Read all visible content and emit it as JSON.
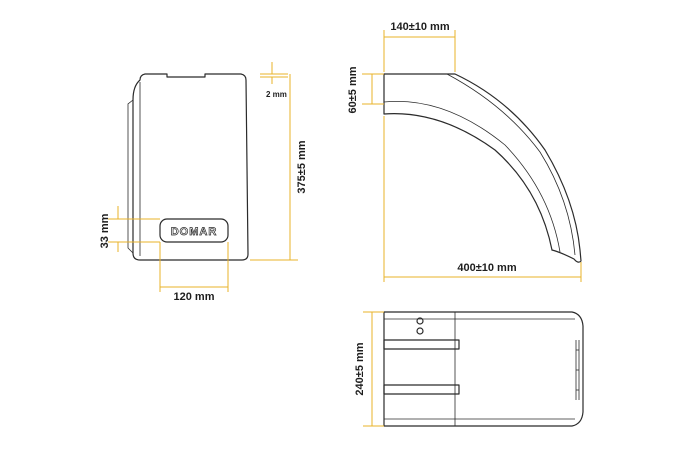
{
  "logo": {
    "text": "DOMAR"
  },
  "dimensions": {
    "front_gap": "2 mm",
    "front_height": "375±5 mm",
    "logo_height": "33 mm",
    "front_width": "120 mm",
    "side_top_width": "140±10 mm",
    "side_top_height": "60±5 mm",
    "side_length": "400±10 mm",
    "top_width": "240±5 mm"
  },
  "colors": {
    "outline": "#2b2b2b",
    "dimension_line": "#e8b32a",
    "label": "#1e1e1e"
  }
}
